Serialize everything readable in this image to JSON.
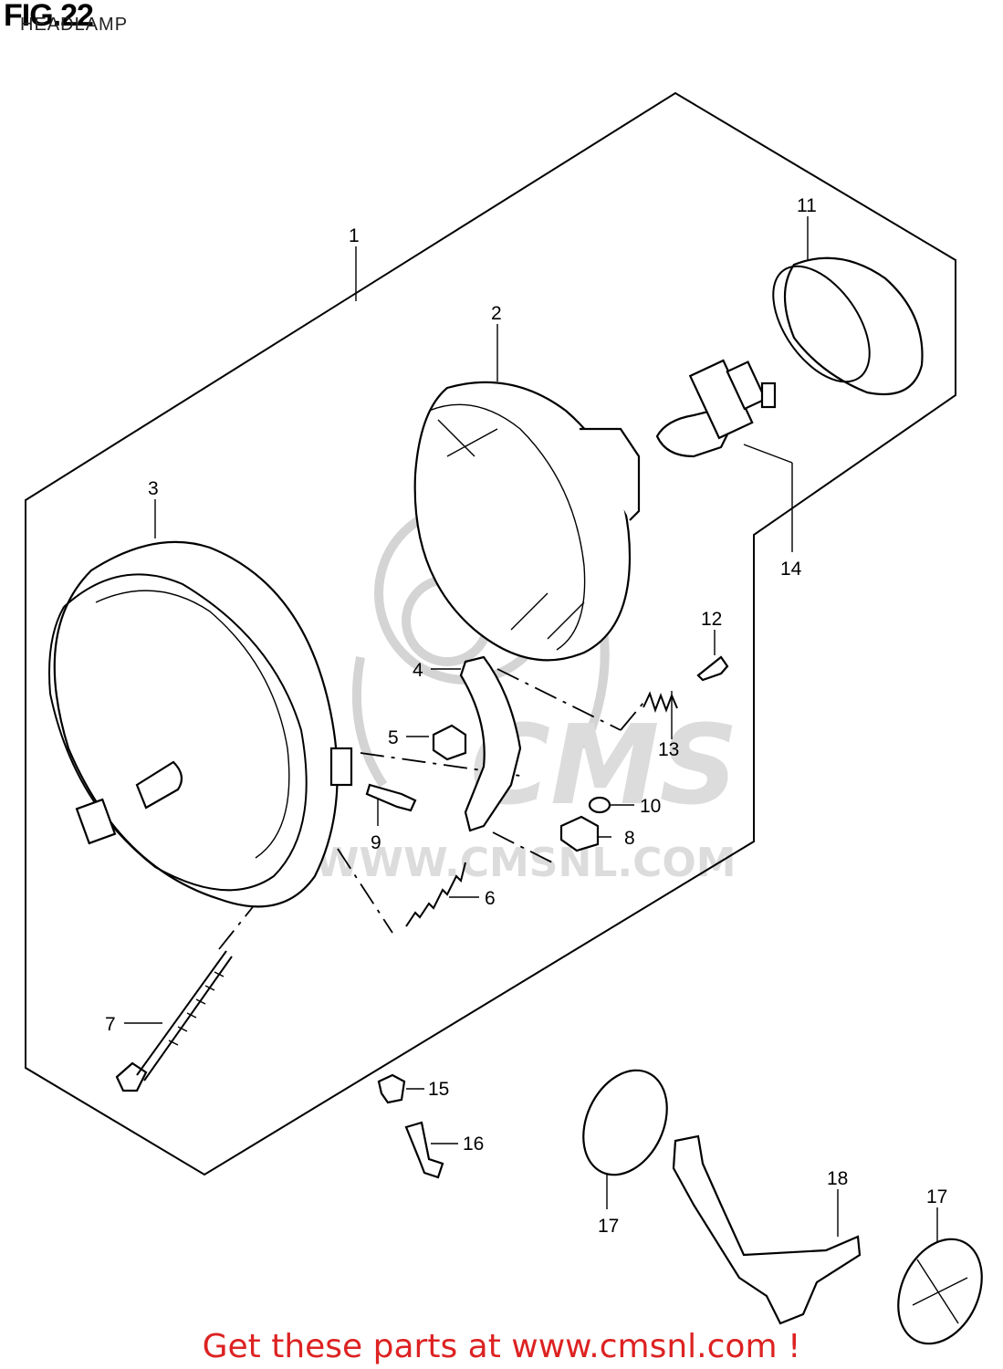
{
  "header": {
    "title": "FIG.22",
    "subtitle": "HEADLAMP"
  },
  "watermark": {
    "logo_text": "CMS",
    "url_text": "WWW.CMSNL.COM",
    "color": "#d4d4d4"
  },
  "footer": {
    "text": "Get these parts at www.cmsnl.com !",
    "color": "#dd2222"
  },
  "callouts": {
    "c1": "1",
    "c2": "2",
    "c3": "3",
    "c4": "4",
    "c5": "5",
    "c6": "6",
    "c7": "7",
    "c8": "8",
    "c9": "9",
    "c10": "10",
    "c11": "11",
    "c12": "12",
    "c13": "13",
    "c14": "14",
    "c15": "15",
    "c16": "16",
    "c17a": "17",
    "c17b": "17",
    "c18": "18"
  }
}
